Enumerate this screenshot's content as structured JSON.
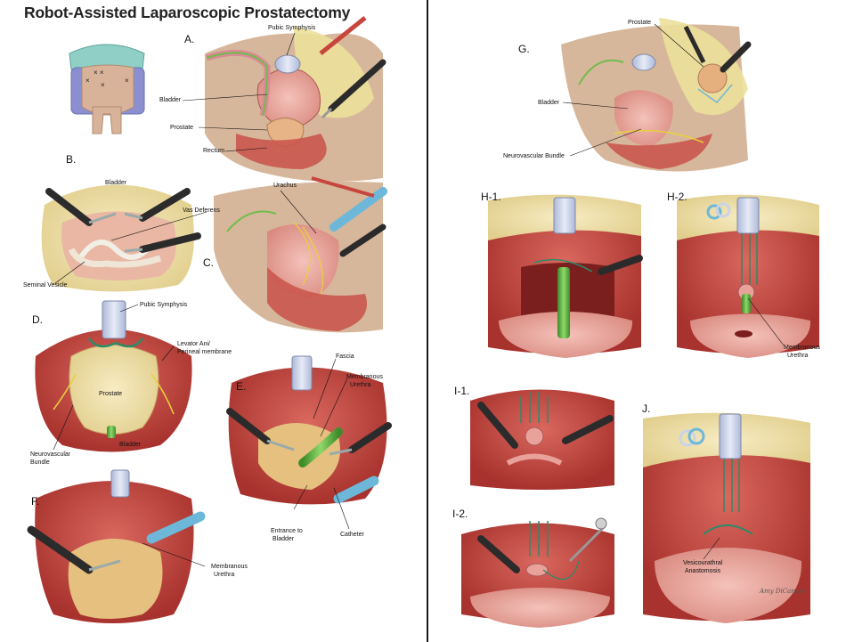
{
  "title": "Robot-Assisted Laparoscopic Prostatectomy",
  "colors": {
    "muscle": "#c2453e",
    "fat": "#efe0a8",
    "catheter": "#6fbd4a",
    "instrument": "#2b2b2b",
    "nerve": "#e8d23a",
    "skin": "#caa083",
    "drape": "#8fcfc6",
    "bladder": "#e8a29a",
    "symphysis": "#c9d3ea"
  },
  "panels": {
    "A": "A.",
    "B": "B.",
    "C": "C.",
    "D": "D.",
    "E": "E.",
    "F": "F.",
    "G": "G.",
    "H1": "H-1.",
    "H2": "H-2.",
    "I1": "I-1.",
    "I2": "I-2.",
    "J": "J."
  },
  "labels": {
    "a_pubic_symphysis": "Pubic Symphysis",
    "a_bladder": "Bladder",
    "a_prostate": "Prostate",
    "a_rectum": "Rectum",
    "b_bladder": "Bladder",
    "b_vas_deferens": "Vas Deferens",
    "b_seminal_vesicle": "Seminal Vesicle",
    "c_urachus": "Urachus",
    "d_pubic_symphysis": "Pubic Symphysis",
    "d_levator_1": "Levator Ani/",
    "d_levator_2": "Perineal membrane",
    "d_prostate": "Prostate",
    "d_nvb_1": "Neurovascular",
    "d_nvb_2": "Bundle",
    "d_bladder": "Bladder",
    "e_fascia": "Fascia",
    "e_mu_1": "Membranous",
    "e_mu_2": "Urethra",
    "e_entrance_1": "Entrance to",
    "e_entrance_2": "Bladder",
    "e_catheter": "Catheter",
    "f_mu_1": "Membranous",
    "f_mu_2": "Urethra",
    "g_prostate": "Prostate",
    "g_bladder": "Bladder",
    "g_nvb": "Neurovascular Bundle",
    "h2_mu_1": "Membranous",
    "h2_mu_2": "Urethra",
    "j_va_1": "Vesicourathral",
    "j_va_2": "Anastomosis"
  },
  "signature": "Amy DiCaruso"
}
